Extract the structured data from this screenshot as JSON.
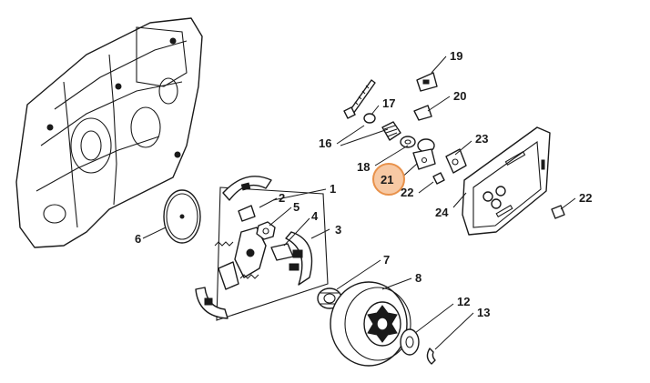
{
  "highlight": {
    "label": "21",
    "fill": "#f7c9a4",
    "stroke": "#e8914a"
  },
  "labels": {
    "l1": "1",
    "l2": "2",
    "l3": "3",
    "l4": "4",
    "l5": "5",
    "l6": "6",
    "l7": "7",
    "l8": "8",
    "l12": "12",
    "l13": "13",
    "l16": "16",
    "l17": "17",
    "l18": "18",
    "l19": "19",
    "l20": "20",
    "l21": "21",
    "l22a": "22",
    "l22b": "22",
    "l23": "23",
    "l24": "24"
  }
}
